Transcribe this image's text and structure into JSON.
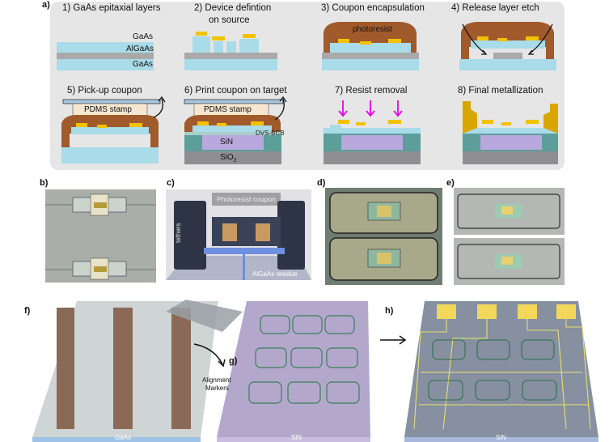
{
  "figure": {
    "panel_labels": {
      "a": "a)",
      "b": "b)",
      "c": "c)",
      "d": "d)",
      "e": "e)",
      "f": "f)",
      "g": "g)",
      "h": "h)"
    },
    "steps": [
      {
        "title": "1) GaAs epitaxial layers"
      },
      {
        "title": "2) Device defintion",
        "title2": "on source"
      },
      {
        "title": "3) Coupon encapsulation"
      },
      {
        "title": "4) Release layer etch"
      },
      {
        "title": "5) Pick-up coupon"
      },
      {
        "title": "6) Print coupon on target"
      },
      {
        "title": "7) Resist removal"
      },
      {
        "title": "8) Final metallization"
      }
    ],
    "layer_labels": {
      "gaas_top": "GaAs",
      "algaas": "AlGaAs",
      "gaas_bottom": "GaAs",
      "photoresist": "photoresist",
      "pdms_5": "PDMS stamp",
      "pdms_6": "PDMS stamp",
      "dvs_bcb": "DVS-BCB",
      "sin": "SiN",
      "sio2": "SiO",
      "sio2_sub": "2"
    },
    "panel_c_labels": {
      "coupon": "Photoresist coupon",
      "tethers": "tethers",
      "residue": "AlGaAs residue"
    },
    "panel_f_label": "GaAs",
    "panel_g_labels": {
      "substrate": "SiN",
      "markers_line1": "Alignment",
      "markers_line2": "Markers"
    },
    "panel_h_label": "SiN"
  },
  "colors": {
    "panel_bg": "#e6e6e6",
    "gaas": "#a9dbe8",
    "algaas": "#a9a9a9",
    "metal": "#f2c200",
    "resist": "#a05a2c",
    "pdms": "#f6e6cf",
    "sin": "#b9a8de",
    "sio2": "#8f8f93",
    "bcb": "#5c9e9a",
    "arrow_magenta": "#e800e8",
    "gold": "#d9a600"
  }
}
